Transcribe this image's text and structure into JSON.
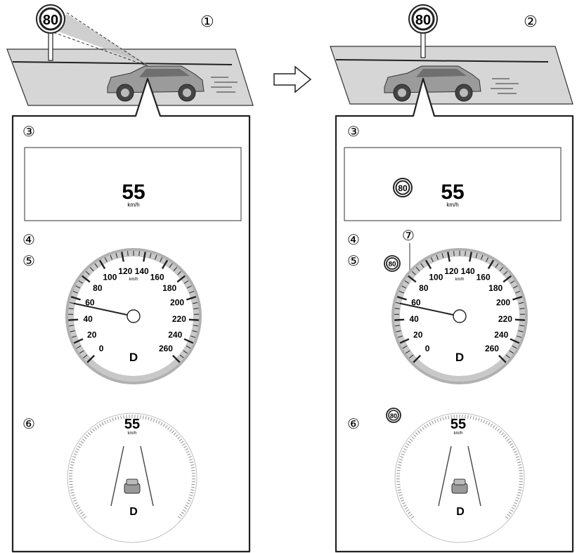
{
  "markers": {
    "m1": "①",
    "m2": "②",
    "m3": "③",
    "m4": "④",
    "m5": "⑤",
    "m6": "⑥",
    "m7": "⑦"
  },
  "speed_limit_sign": "80",
  "current_speed": "55",
  "speed_unit": "km/h",
  "gear": "D",
  "speedometer_ticks": [
    "0",
    "20",
    "40",
    "60",
    "80",
    "100",
    "120",
    "140",
    "160",
    "180",
    "200",
    "220",
    "240",
    "260"
  ],
  "speedometer_max": 260,
  "needle_speed": 55,
  "colors": {
    "line": "#222222",
    "road": "#d4d4d4",
    "gauge_ring": "#b0b0b0",
    "panel_bg": "#ffffff",
    "car": "#9a9a9a"
  }
}
